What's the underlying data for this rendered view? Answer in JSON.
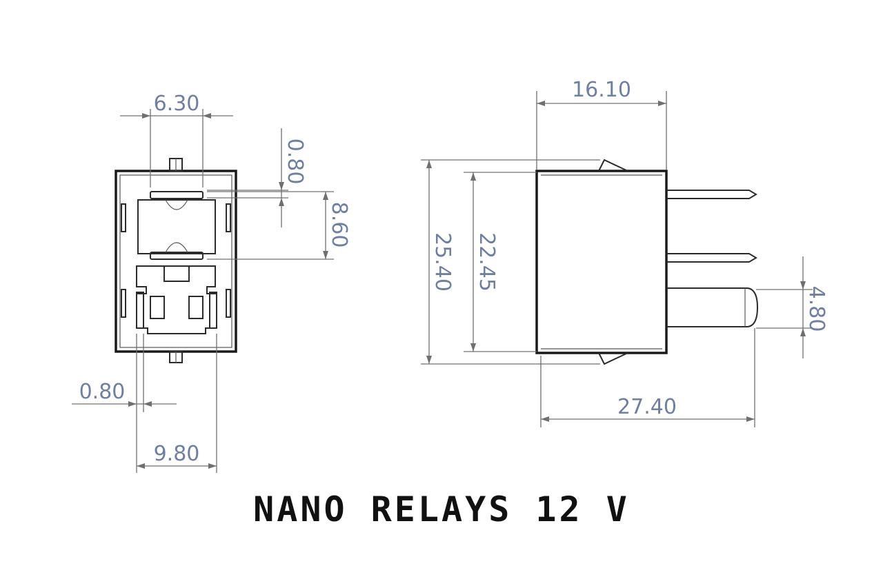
{
  "title": "NANO RELAYS 12 V",
  "front_view": {
    "dims": {
      "width_top": "6.30",
      "gap_top": "0.80",
      "height_slot": "8.60",
      "gap_bottom": "0.80",
      "width_bottom": "9.80"
    }
  },
  "side_view": {
    "dims": {
      "body_depth": "16.10",
      "overall_height": "25.40",
      "body_height": "22.45",
      "pin_width": "4.80",
      "overall_length": "27.40"
    }
  },
  "colors": {
    "dimension_text": "#6f7fa1",
    "line": "#2b2b2b",
    "title": "#111111"
  }
}
